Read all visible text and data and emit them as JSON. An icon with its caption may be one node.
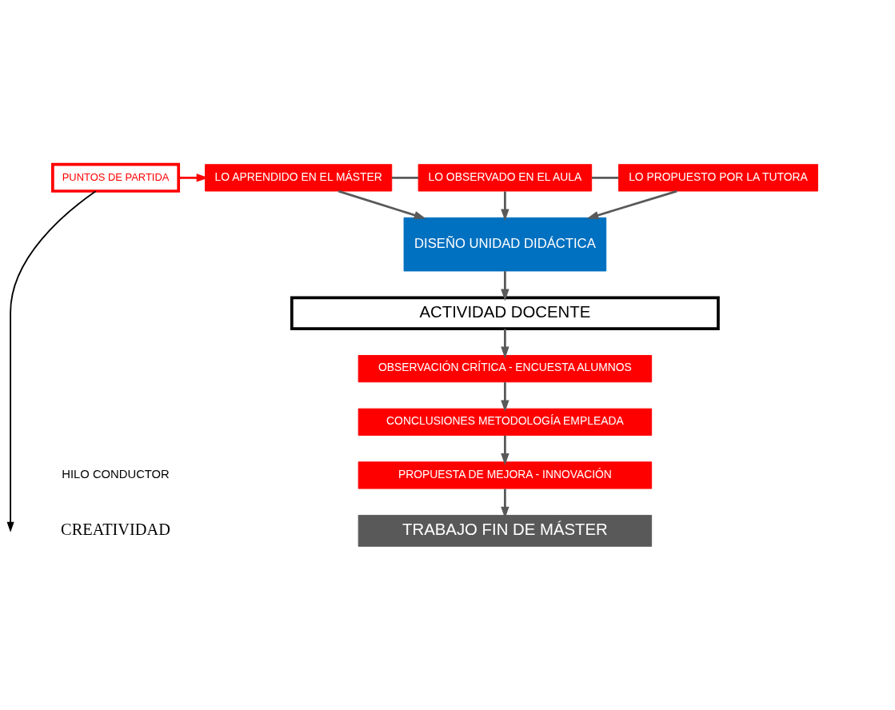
{
  "diagram": {
    "nodes": [
      {
        "text": [
          "PUNTOS DE PARTIDA"
        ]
      },
      {
        "text": [
          "LO APRENDIDO EN EL MÁSTER"
        ]
      },
      {
        "text": [
          "LO OBSERVADO EN EL AULA"
        ]
      },
      {
        "text": [
          "LO PROPUESTO POR LA TUTORA"
        ]
      },
      {
        "text": [
          "DISEÑO UNIDAD DIDÁCTICA"
        ]
      },
      {
        "text": [
          "ACTIVIDAD DOCENTE"
        ]
      },
      {
        "text": [
          "OBSERVACIÓN CRÍTICA - ENCUESTA ALUMNOS"
        ]
      },
      {
        "text": [
          "CONCLUSIONES METODOLOGÍA EMPLEADA"
        ]
      },
      {
        "text": [
          "PROPUESTA DE MEJORA - INNOVACIÓN"
        ]
      },
      {
        "text": [
          "TRABAJO FIN DE MÁSTER"
        ]
      }
    ],
    "edges": [
      {
        "from": 0,
        "to": 1,
        "arrow": "to",
        "color": "#ff0000"
      },
      {
        "from": 1,
        "to": 2,
        "arrow": "none"
      },
      {
        "from": 2,
        "to": 3,
        "arrow": "none"
      },
      {
        "from": 1,
        "to": 4,
        "arrow": "to"
      },
      {
        "from": 2,
        "to": 4,
        "arrow": "to"
      },
      {
        "from": 3,
        "to": 4,
        "arrow": "to"
      },
      {
        "from": 4,
        "to": 5,
        "arrow": "to"
      },
      {
        "from": 5,
        "to": 6,
        "arrow": "to"
      },
      {
        "from": 6,
        "to": 7,
        "arrow": "to"
      },
      {
        "from": 7,
        "to": 8,
        "arrow": "to"
      },
      {
        "from": 8,
        "to": 9,
        "arrow": "to"
      },
      {
        "from": 0,
        "to": null,
        "arrow": "to",
        "color": "#000000"
      }
    ],
    "labels": [
      "HILO CONDUCTOR",
      "CREATIVIDAD"
    ]
  }
}
